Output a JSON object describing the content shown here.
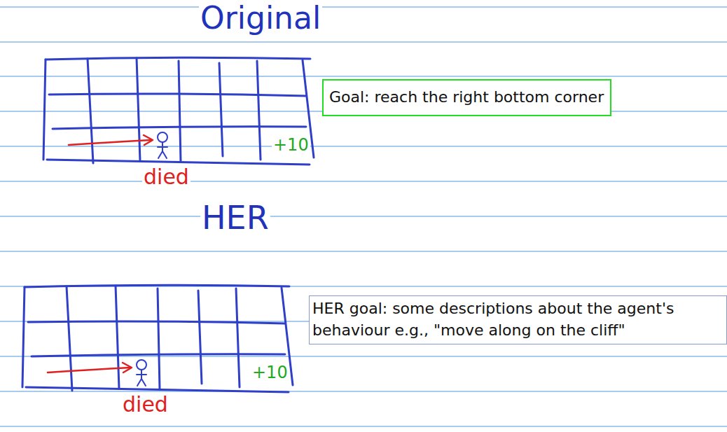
{
  "diagram": {
    "nodes": [
      {
        "text": [
          "Goal: reach the right bottom corner"
        ]
      },
      {
        "text": [
          "HER goal: some descriptions about the agent's behaviour e.g., \"move along on the cliff\""
        ]
      }
    ],
    "labels": [
      "Original",
      "+10",
      "died",
      "HER",
      "+10",
      "died"
    ]
  }
}
